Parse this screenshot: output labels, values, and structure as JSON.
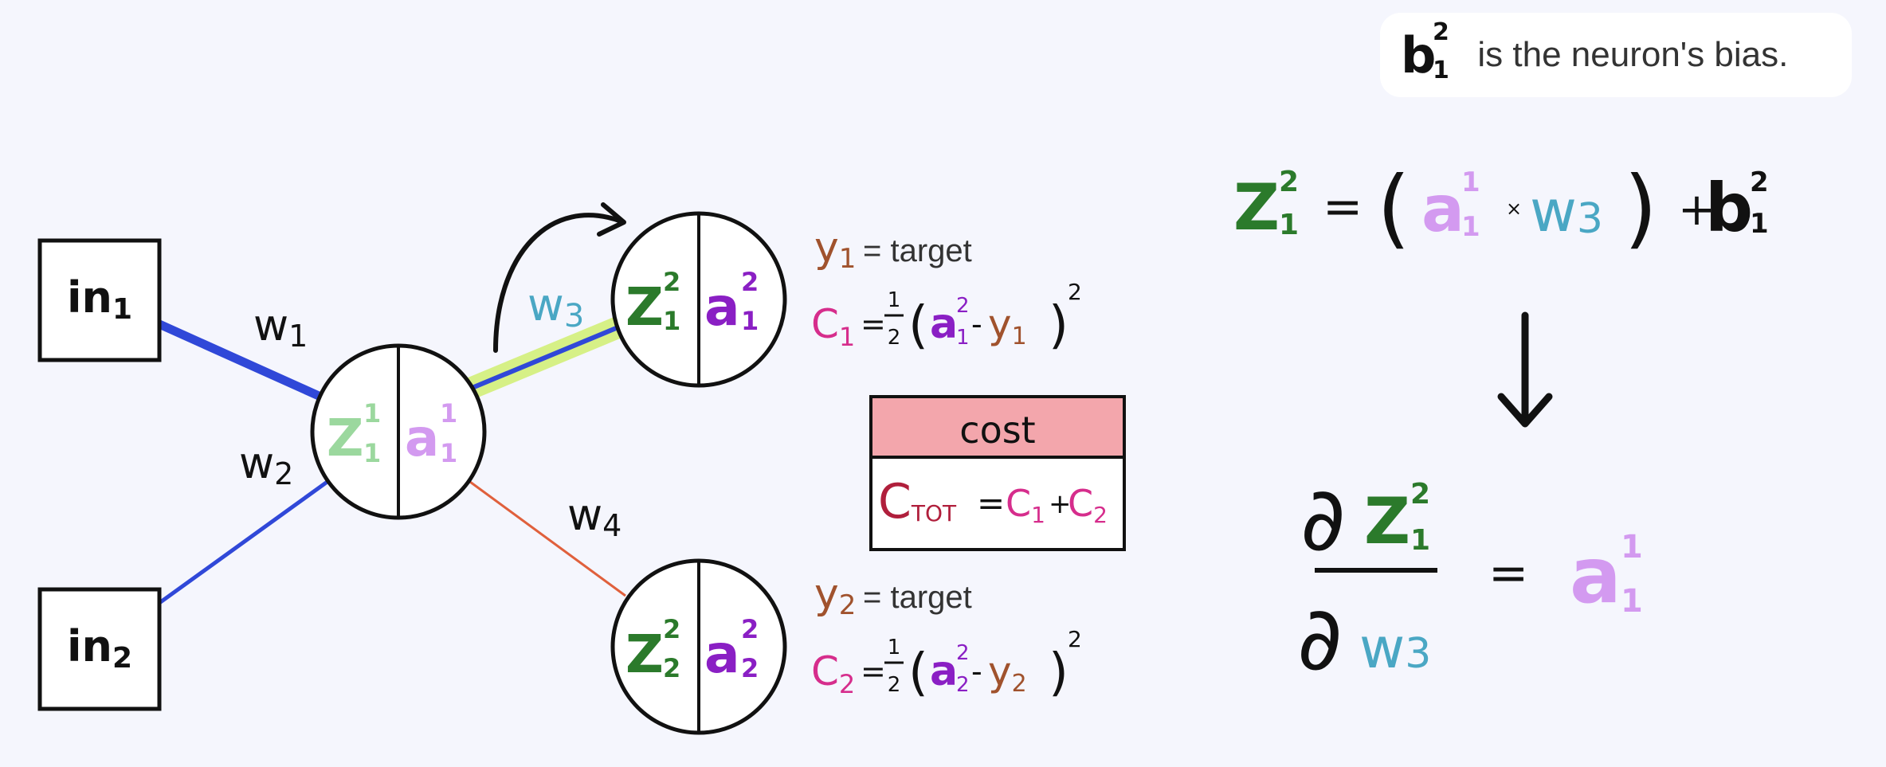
{
  "inputs": [
    {
      "main": "in",
      "sub": "1"
    },
    {
      "main": "in",
      "sub": "2"
    }
  ],
  "weights": [
    {
      "main": "w",
      "sub": "1"
    },
    {
      "main": "w",
      "sub": "2"
    },
    {
      "main": "w",
      "sub": "3"
    },
    {
      "main": "w",
      "sub": "4"
    }
  ],
  "hidden_node": {
    "z": {
      "main": "Z",
      "sup": "1",
      "sub": "1"
    },
    "a": {
      "main": "a",
      "sup": "1",
      "sub": "1"
    }
  },
  "output_nodes": [
    {
      "z": {
        "main": "Z",
        "sup": "2",
        "sub": "1"
      },
      "a": {
        "main": "a",
        "sup": "2",
        "sub": "1"
      }
    },
    {
      "z": {
        "main": "Z",
        "sup": "2",
        "sub": "2"
      },
      "a": {
        "main": "a",
        "sup": "2",
        "sub": "2"
      }
    }
  ],
  "targets": [
    {
      "y_main": "y",
      "y_sub": "1",
      "equals_target": "= target",
      "c_main": "C",
      "c_sub": "1",
      "eq": "=",
      "half_num": "1",
      "half_den": "2",
      "lparen": "(",
      "a_main": "a",
      "a_sup": "2",
      "a_sub": "1",
      "minus": "-",
      "y2_main": "y",
      "y2_sub": "1",
      "rparen": ")",
      "power": "2"
    },
    {
      "y_main": "y",
      "y_sub": "2",
      "equals_target": "= target",
      "c_main": "C",
      "c_sub": "2",
      "eq": "=",
      "half_num": "1",
      "half_den": "2",
      "lparen": "(",
      "a_main": "a",
      "a_sup": "2",
      "a_sub": "2",
      "minus": "-",
      "y2_main": "y",
      "y2_sub": "2",
      "rparen": ")",
      "power": "2"
    }
  ],
  "cost_box": {
    "title": "cost",
    "c_main": "C",
    "c_sub": "TOT",
    "eq": "=",
    "c1_main": "C",
    "c1_sub": "1",
    "plus": "+",
    "c2_main": "C",
    "c2_sub": "2"
  },
  "bias_note": {
    "sym": "b",
    "sup": "2",
    "sub": "1",
    "text": "is the neuron's bias."
  },
  "equation": {
    "z_main": "Z",
    "z_sup": "2",
    "z_sub": "1",
    "eq": "=",
    "lparen": "(",
    "a_main": "a",
    "a_sup": "1",
    "a_sub": "1",
    "times": "×",
    "w_main": "w",
    "w_sub": "3",
    "rparen": ")",
    "plus": "+",
    "b_main": "b",
    "b_sup": "2",
    "b_sub": "1"
  },
  "derivative": {
    "partial": "∂",
    "num_main": "Z",
    "num_sup": "2",
    "num_sub": "1",
    "den_main": "w",
    "den_sub": "3",
    "eq": "=",
    "res_main": "a",
    "res_sup": "1",
    "res_sub": "1"
  },
  "colors": {
    "green_dark": "#2b7a2b",
    "green_light": "#9bd89e",
    "purple_dark": "#8a1fc4",
    "purple_light": "#d39af0",
    "teal": "#4aa7c4",
    "brown": "#a0522d",
    "magenta": "#d62d8c",
    "crimson": "#b01f3c",
    "blue": "#3048d8",
    "orange": "#e0603c",
    "highlight": "#d6f086",
    "cost_header": "#f3a6ac"
  }
}
